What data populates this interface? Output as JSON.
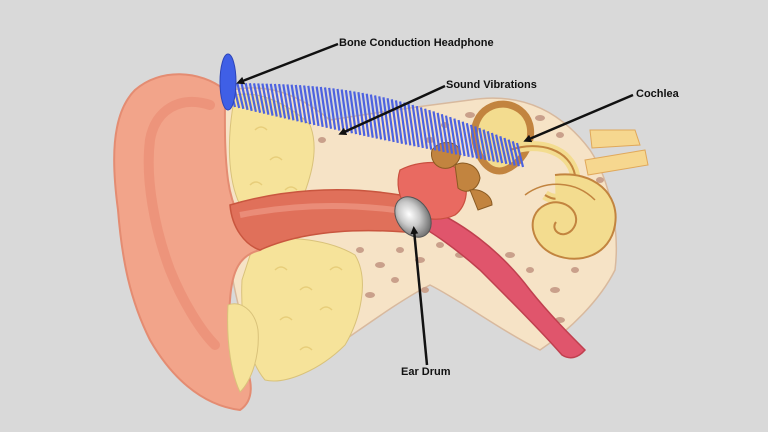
{
  "diagram": {
    "background_color": "#d9d9d9",
    "labels": {
      "headphone": "Bone Conduction Headphone",
      "vibrations": "Sound Vibrations",
      "cochlea": "Cochlea",
      "ear_drum": "Ear Drum"
    },
    "colors": {
      "outer_ear": "#f2a48a",
      "ear_canal": "#e0705a",
      "skull_bone": "#f6e3c6",
      "bone_pores": "#caa28c",
      "cartilage": "#f6e39a",
      "cochlea": "#f3dc8f",
      "ossicles": "#c2843f",
      "eustachian_tube": "#e0556c",
      "vibrations": "#4d62e0",
      "headphone": "#3f5fe6",
      "ear_drum": "#b8b8b8",
      "arrow": "#111111"
    }
  }
}
